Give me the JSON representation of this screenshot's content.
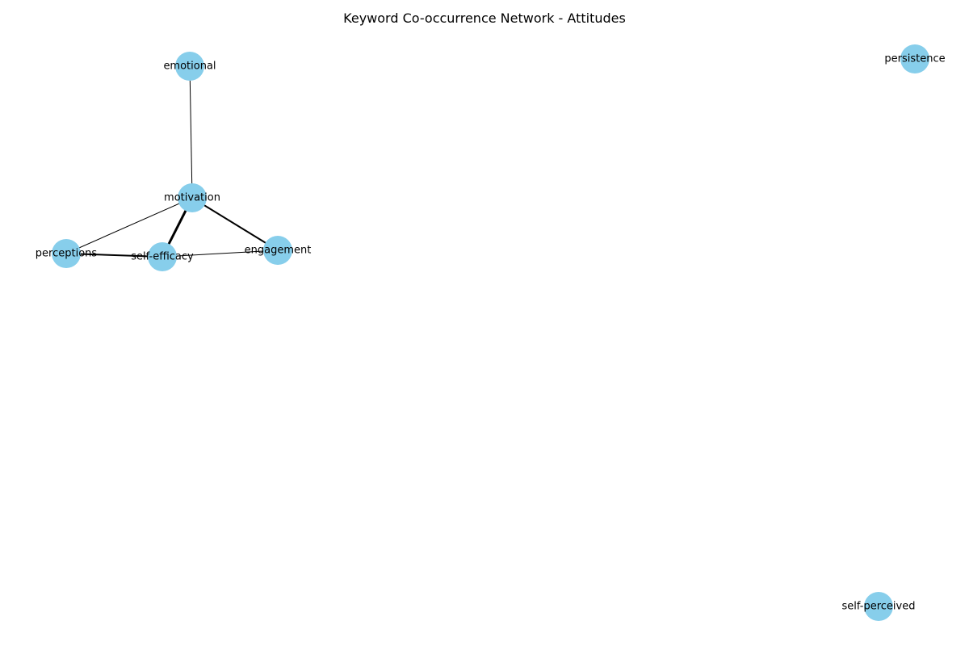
{
  "title": "Keyword Co-occurrence Network - Attitudes",
  "colors": {
    "node_fill": "#87CEEB",
    "edge_stroke": "#000000",
    "label_text": "#000000",
    "background": "#ffffff"
  },
  "nodes": [
    {
      "id": "emotional",
      "label": "emotional"
    },
    {
      "id": "motivation",
      "label": "motivation"
    },
    {
      "id": "perceptions",
      "label": "perceptions"
    },
    {
      "id": "self-efficacy",
      "label": "self-efficacy"
    },
    {
      "id": "engagement",
      "label": "engagement"
    },
    {
      "id": "persistence",
      "label": "persistence"
    },
    {
      "id": "self-perceived",
      "label": "self-perceived"
    }
  ],
  "edges": [
    {
      "source": "emotional",
      "target": "motivation",
      "weight": 1
    },
    {
      "source": "motivation",
      "target": "perceptions",
      "weight": 1
    },
    {
      "source": "motivation",
      "target": "self-efficacy",
      "weight": 3
    },
    {
      "source": "motivation",
      "target": "engagement",
      "weight": 2
    },
    {
      "source": "perceptions",
      "target": "self-efficacy",
      "weight": 2
    },
    {
      "source": "self-efficacy",
      "target": "engagement",
      "weight": 1
    }
  ]
}
